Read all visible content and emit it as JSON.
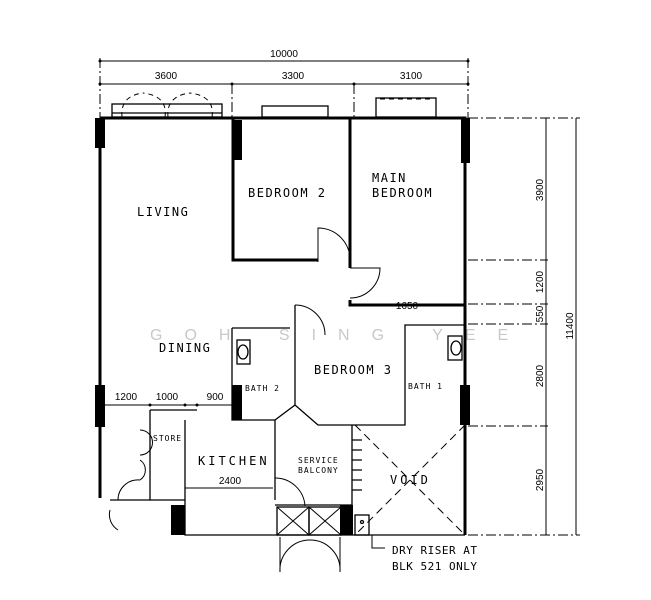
{
  "rooms": {
    "living": "LIVING",
    "dining": "DINING",
    "bedroom2": "BEDROOM 2",
    "main_bedroom_1": "MAIN",
    "main_bedroom_2": "BEDROOM",
    "bedroom3": "BEDROOM 3",
    "bath2": "BATH 2",
    "bath1": "BATH 1",
    "store": "STORE",
    "kitchen": "KITCHEN",
    "service_balcony_1": "SERVICE",
    "service_balcony_2": "BALCONY",
    "void": "VOID"
  },
  "dimensions": {
    "total_width": "10000",
    "top": [
      "3600",
      "3300",
      "3100"
    ],
    "right": [
      "3900",
      "1200",
      "550",
      "2800",
      "2950"
    ],
    "total_height": "11400",
    "bottom_left": [
      "1200",
      "1000",
      "900"
    ],
    "kitchen_width": "2400",
    "bath1_offset": "1650"
  },
  "notes": {
    "dry_riser_1": "DRY RISER AT",
    "dry_riser_2": "BLK 521 ONLY"
  },
  "watermark": "GOH SING YEE"
}
